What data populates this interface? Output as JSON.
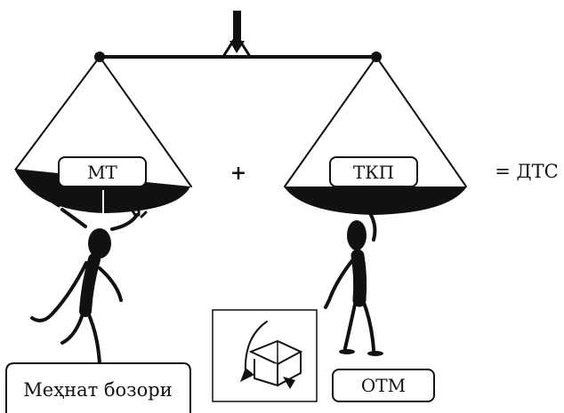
{
  "diagram": {
    "left_pan_label": "МТ",
    "right_pan_label": "ТКП",
    "plus_sign": "+",
    "result_label": "= ДТС",
    "left_caption": "Меҳнат бозори",
    "right_caption": "ОТМ",
    "icons": {
      "scale": "balance-scale-icon",
      "left_figure": "strongman-figure",
      "right_figure": "strongman-figure",
      "education": "book-and-quill-icon"
    },
    "colors": {
      "ink": "#111111",
      "background": "#ffffff"
    }
  }
}
